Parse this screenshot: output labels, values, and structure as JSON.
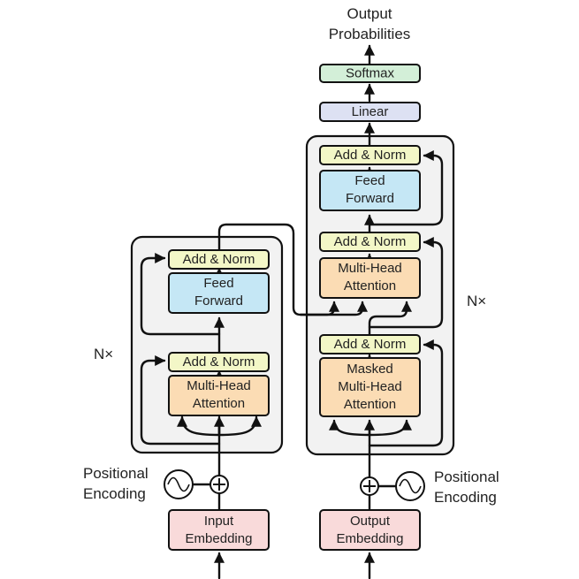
{
  "colors": {
    "add_norm": "#f3f7c7",
    "feed_forward": "#c5e7f5",
    "attention": "#fbdcb4",
    "embedding": "#f9dada",
    "linear": "#dde1f3",
    "softmax": "#d3efd8",
    "panel": "#f2f2f2"
  },
  "output": {
    "line1": "Output",
    "line2": "Probabilities"
  },
  "decoder_head": {
    "softmax": "Softmax",
    "linear": "Linear"
  },
  "encoder": {
    "add_norm_top": "Add & Norm",
    "feed_forward_1": "Feed",
    "feed_forward_2": "Forward",
    "add_norm_bottom": "Add & Norm",
    "attention_1": "Multi-Head",
    "attention_2": "Attention",
    "repeat": "N×"
  },
  "decoder": {
    "add_norm_top": "Add & Norm",
    "feed_forward_1": "Feed",
    "feed_forward_2": "Forward",
    "add_norm_mid": "Add & Norm",
    "cross_attention_1": "Multi-Head",
    "cross_attention_2": "Attention",
    "add_norm_bottom": "Add & Norm",
    "masked_attention_1": "Masked",
    "masked_attention_2": "Multi-Head",
    "masked_attention_3": "Attention",
    "repeat": "N×"
  },
  "inputs": {
    "positional_left_1": "Positional",
    "positional_left_2": "Encoding",
    "positional_right_1": "Positional",
    "positional_right_2": "Encoding",
    "input_embedding_1": "Input",
    "input_embedding_2": "Embedding",
    "output_embedding_1": "Output",
    "output_embedding_2": "Embedding"
  }
}
